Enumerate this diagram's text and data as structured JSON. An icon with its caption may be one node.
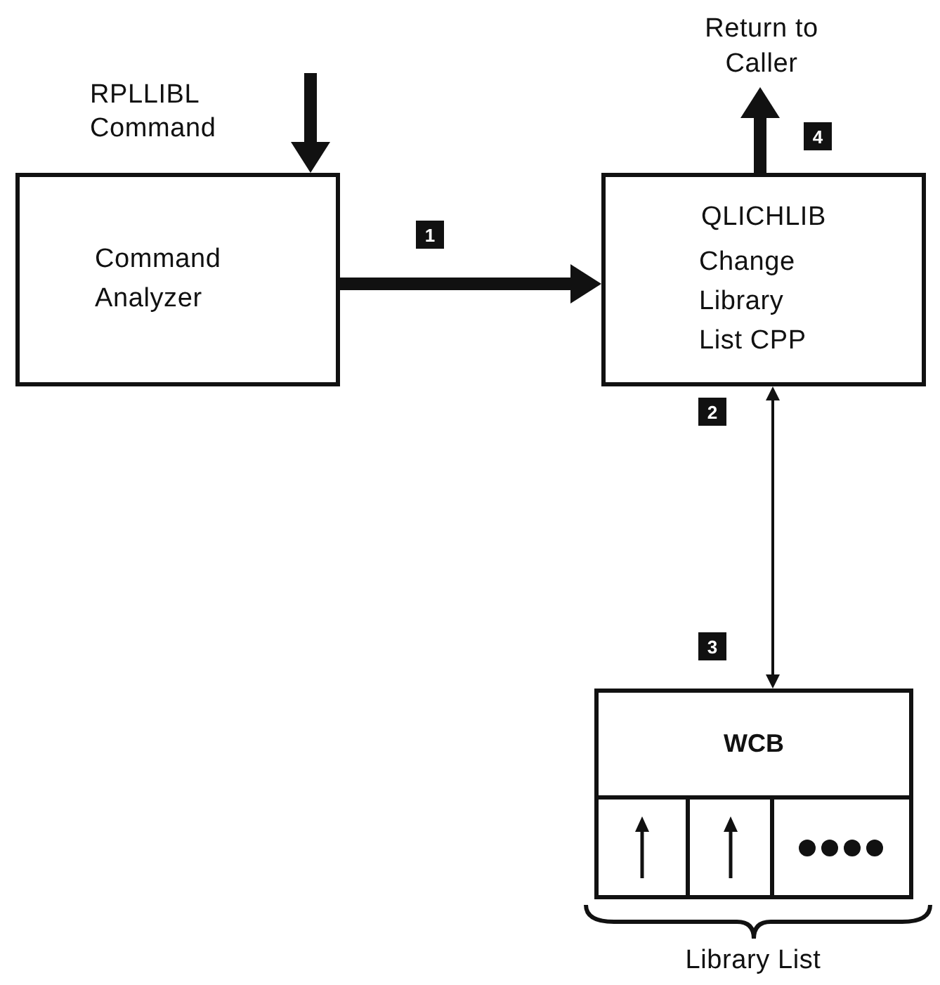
{
  "diagram": {
    "nodes": [
      {
        "text": [
          "Command Analyzer"
        ]
      },
      {
        "text": [
          "QLICHLIB",
          "Change Library List CPP"
        ]
      },
      {
        "text": [
          "Return to Caller"
        ]
      },
      {
        "text": [
          "WCB"
        ]
      }
    ],
    "edges": [
      {
        "from": null,
        "to": 0,
        "arrow": "to"
      },
      {
        "from": 0,
        "to": 1,
        "arrow": "to"
      },
      {
        "from": 1,
        "to": 2,
        "arrow": "to"
      },
      {
        "from": 1,
        "to": 3,
        "arrow": "both"
      }
    ],
    "labels": [
      "RPLLIBL Command",
      "4",
      "1",
      "2",
      "3",
      "Library List"
    ]
  }
}
